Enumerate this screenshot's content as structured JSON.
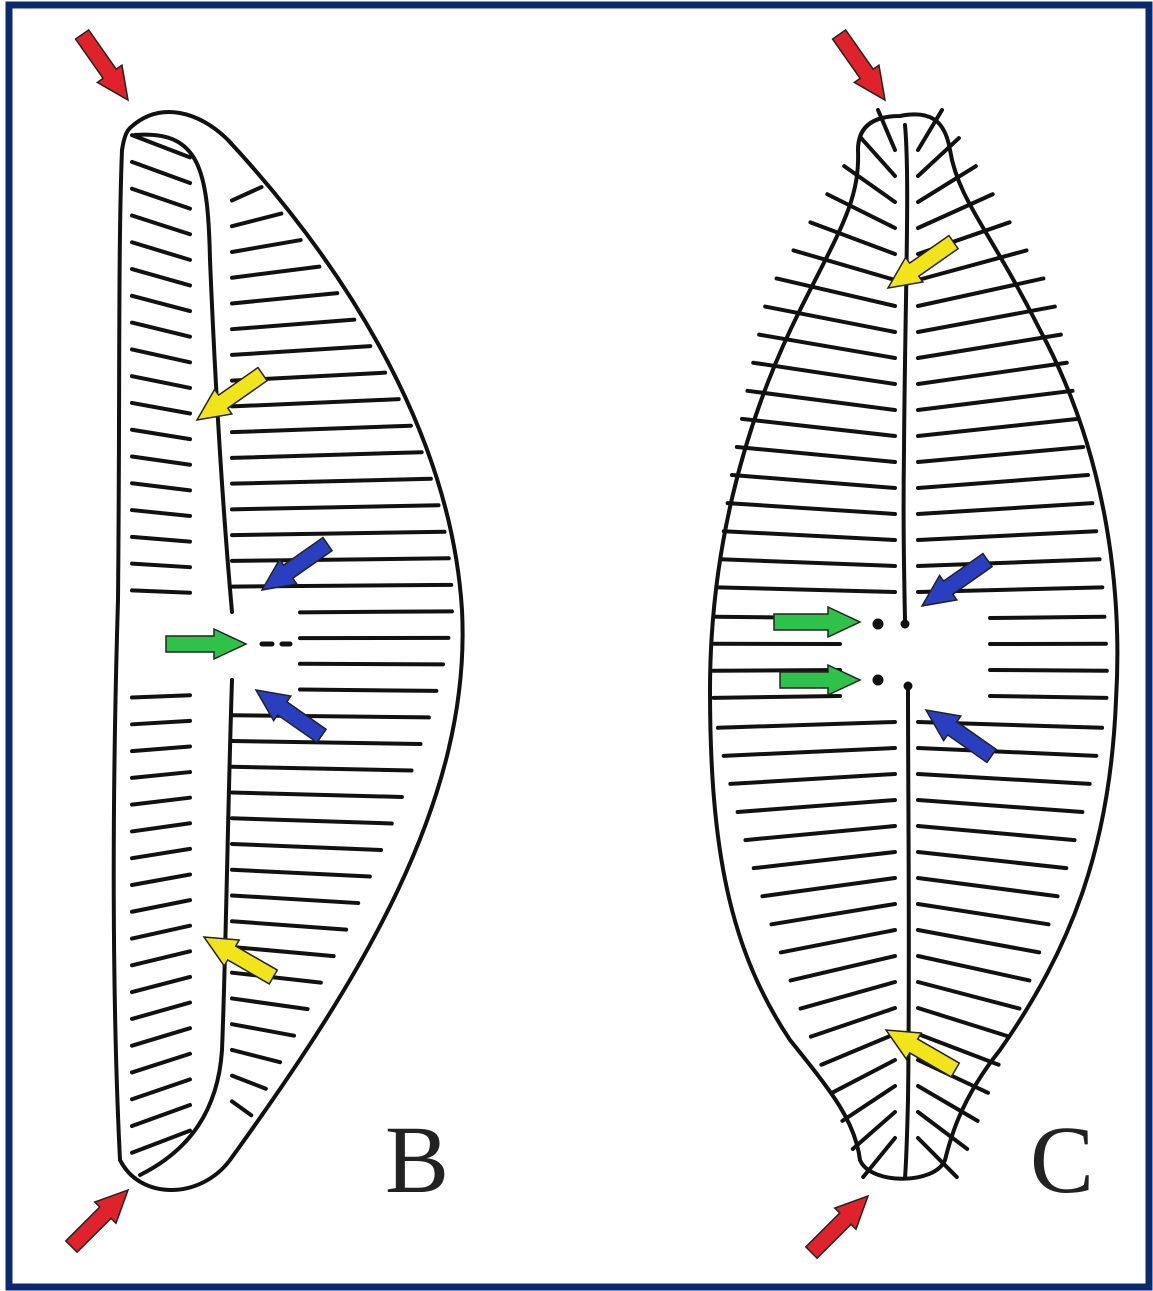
{
  "figure": {
    "panels": [
      {
        "id": "B",
        "label": "B"
      },
      {
        "id": "C",
        "label": "C"
      }
    ],
    "colors": {
      "frame": "#0d2a6e",
      "outline": "#111111",
      "red_arrow": "#e0232b",
      "yellow_arrow": "#f2e41a",
      "green_arrow": "#2fc24a",
      "blue_arrow": "#2a3fbf"
    }
  }
}
